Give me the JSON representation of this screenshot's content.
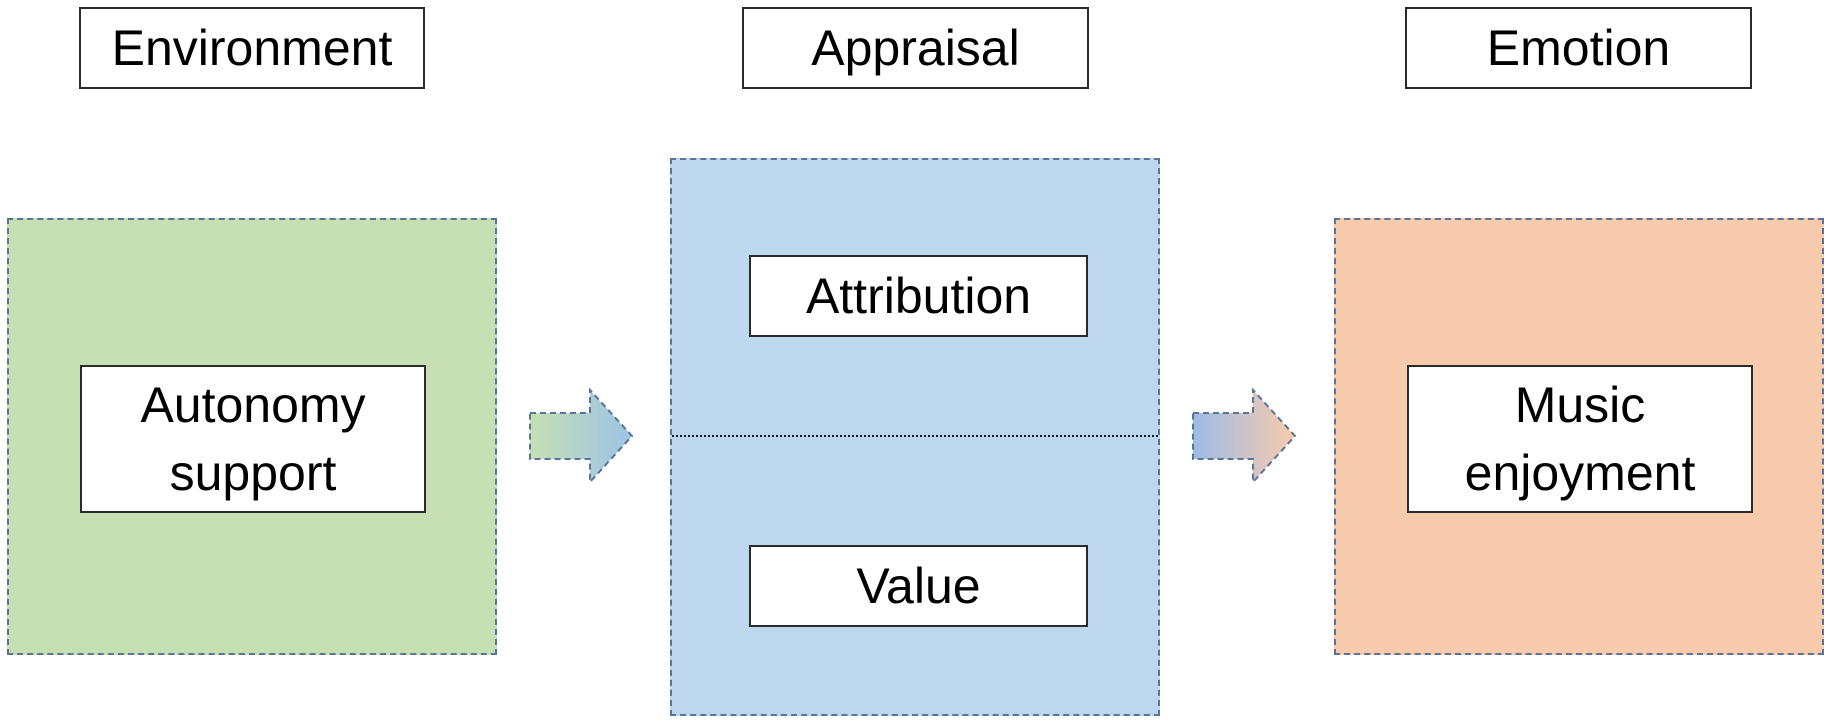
{
  "columns": {
    "environment": {
      "heading": "Environment",
      "fill": "#c6e0b4",
      "concepts": [
        "Autonomy\nsupport"
      ]
    },
    "appraisal": {
      "heading": "Appraisal",
      "fill": "#bdd7ee",
      "concepts": [
        "Attribution",
        "Value"
      ]
    },
    "emotion": {
      "heading": "Emotion",
      "fill": "#f8cbad",
      "concepts": [
        "Music\nenjoyment"
      ]
    }
  },
  "arrows": [
    {
      "from": "environment",
      "to": "appraisal",
      "gradient": [
        "#c6e0b4",
        "#9dc3e6"
      ]
    },
    {
      "from": "appraisal",
      "to": "emotion",
      "gradient": [
        "#9dbbe6",
        "#f8cbad"
      ]
    }
  ],
  "colors": {
    "panel_border": "#5a7396",
    "box_border": "#2b2b2b"
  }
}
